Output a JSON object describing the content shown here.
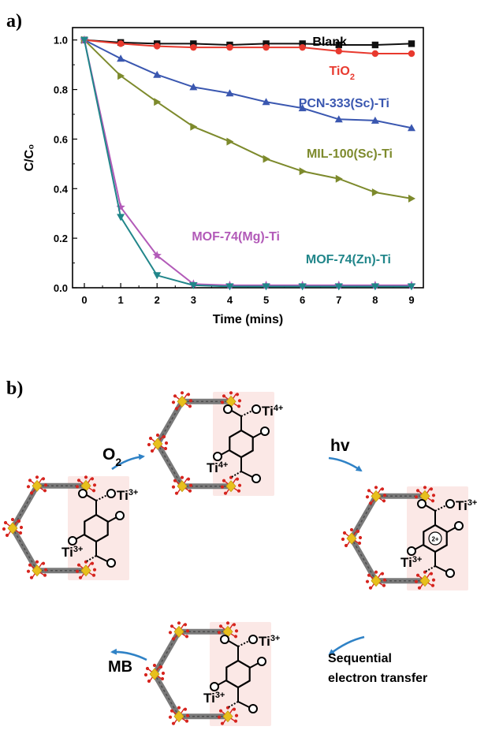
{
  "panels": {
    "a_label": "a)",
    "b_label": "b)"
  },
  "colors": {
    "blank": "#111111",
    "tio2": "#e8392e",
    "pcn": "#3a57b0",
    "mil": "#7d8a2c",
    "mof_mg": "#b25ab8",
    "mof_zn": "#21868a",
    "arrow": "#2f82c6",
    "linker": "#7a7a7a",
    "metal": "#e8c01c",
    "oxygen": "#d6241e",
    "highlight": "#fbe8e6"
  },
  "chart_data": {
    "type": "line",
    "title": "",
    "xlabel": "Time (mins)",
    "ylabel": "C/C₀",
    "xlim": [
      0,
      9
    ],
    "ylim": [
      0,
      1.05
    ],
    "x": [
      0,
      1,
      2,
      3,
      4,
      5,
      6,
      7,
      8,
      9
    ],
    "xticks": [
      "0",
      "1",
      "2",
      "3",
      "4",
      "5",
      "6",
      "7",
      "8",
      "9"
    ],
    "yticks": [
      "0.0",
      "0.2",
      "0.4",
      "0.6",
      "0.8",
      "1.0"
    ],
    "grid": false,
    "legend": "inline labels",
    "series": [
      {
        "name": "Blank",
        "key": "blank",
        "marker": "square",
        "values": [
          1.0,
          0.99,
          0.985,
          0.985,
          0.98,
          0.985,
          0.985,
          0.98,
          0.98,
          0.985
        ]
      },
      {
        "name": "TiO",
        "sub": "2",
        "key": "tio2",
        "marker": "circle",
        "values": [
          1.0,
          0.985,
          0.975,
          0.97,
          0.97,
          0.97,
          0.97,
          0.955,
          0.945,
          0.945
        ]
      },
      {
        "name": "PCN-333(Sc)-Ti",
        "key": "pcn",
        "marker": "triangle-up",
        "values": [
          1.0,
          0.925,
          0.86,
          0.81,
          0.785,
          0.75,
          0.725,
          0.68,
          0.675,
          0.645
        ]
      },
      {
        "name": "MIL-100(Sc)-Ti",
        "key": "mil",
        "marker": "triangle-right",
        "values": [
          1.0,
          0.855,
          0.75,
          0.65,
          0.59,
          0.52,
          0.47,
          0.44,
          0.385,
          0.36
        ]
      },
      {
        "name": "MOF-74(Mg)-Ti",
        "key": "mof_mg",
        "marker": "star",
        "values": [
          1.0,
          0.325,
          0.13,
          0.015,
          0.01,
          0.01,
          0.01,
          0.01,
          0.01,
          0.01
        ]
      },
      {
        "name": "MOF-74(Zn)-Ti",
        "key": "mof_zn",
        "marker": "triangle-down",
        "values": [
          1.0,
          0.285,
          0.05,
          0.01,
          0.005,
          0.005,
          0.005,
          0.005,
          0.005,
          0.005
        ]
      }
    ]
  },
  "scheme": {
    "top": {
      "ti_top": "Ti",
      "ti_top_charge": "4+",
      "ti_bottom": "Ti",
      "ti_bottom_charge": "4+"
    },
    "right": {
      "ti_top": "Ti",
      "ti_top_charge": "3+",
      "ti_bottom": "Ti",
      "ti_bottom_charge": "3+",
      "ring_charge": "2+"
    },
    "bottom": {
      "ti_top": "Ti",
      "ti_top_charge": "3+",
      "ti_bottom": "Ti",
      "ti_bottom_charge": "3+"
    },
    "left": {
      "ti_top": "Ti",
      "ti_top_charge": "3+",
      "ti_bottom": "Ti",
      "ti_bottom_charge": "3+"
    },
    "arrows": {
      "o2": "O",
      "o2_sub": "2",
      "hv": "hv",
      "electron_line1": "Sequential",
      "electron_line2": "electron transfer",
      "mb": "MB"
    }
  }
}
